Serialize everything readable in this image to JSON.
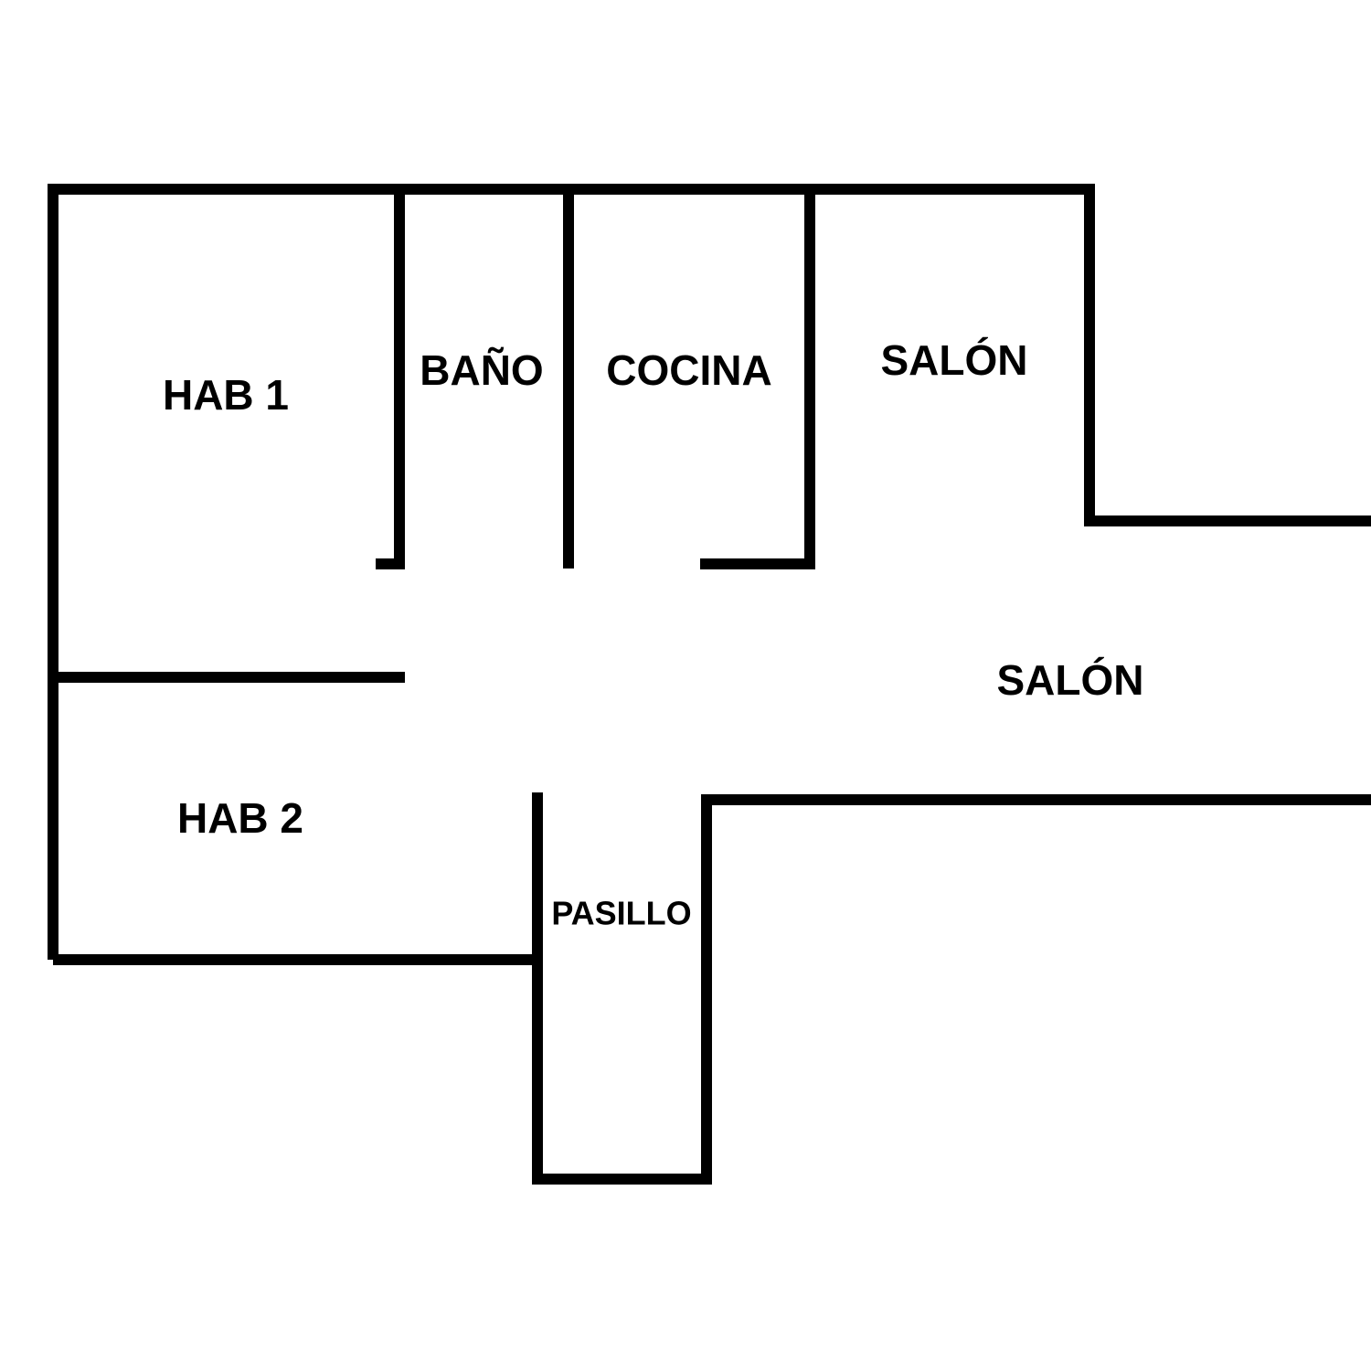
{
  "colors": {
    "background": "#ffffff",
    "wall": "#000000",
    "label": "#000000"
  },
  "rooms": {
    "hab1": "HAB 1",
    "bano": "BAÑO",
    "cocina": "COCINA",
    "salon_upper": "SALÓN",
    "salon_lower": "SALÓN",
    "hab2": "HAB 2",
    "pasillo": "PASILLO"
  }
}
